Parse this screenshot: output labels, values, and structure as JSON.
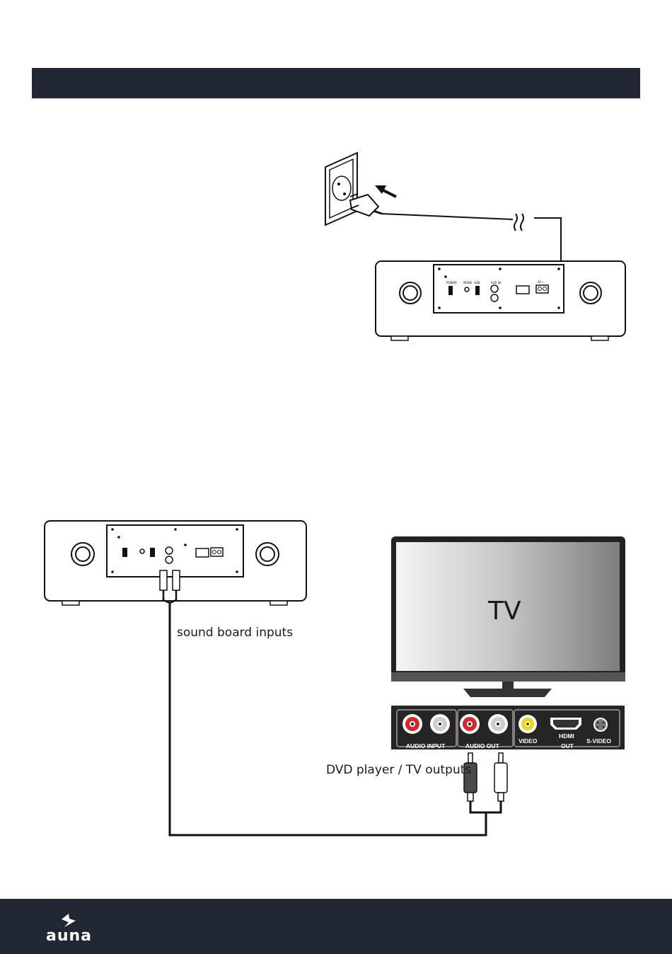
{
  "tv_screen_label": "TV",
  "sound_board_label": "sound board inputs",
  "dvd_outputs_label": "DVD player / TV outputs",
  "panel_labels": {
    "audio_input": "AUDIO INPUT",
    "audio_out": "AUDIO  OUT",
    "video": "VIDEO",
    "hdmi": "HDMI",
    "out": "OUT",
    "s_video": "S-VIDEO"
  },
  "device_panel": {
    "power": "POWER",
    "mode": "MODE",
    "usb": "USB",
    "aux_in": "AUX IN",
    "ac": "AC~"
  },
  "brand": "auna",
  "colors": {
    "dark_bar": "#212733",
    "audio_red": "#d8282e",
    "video_yellow": "#f3d315"
  }
}
